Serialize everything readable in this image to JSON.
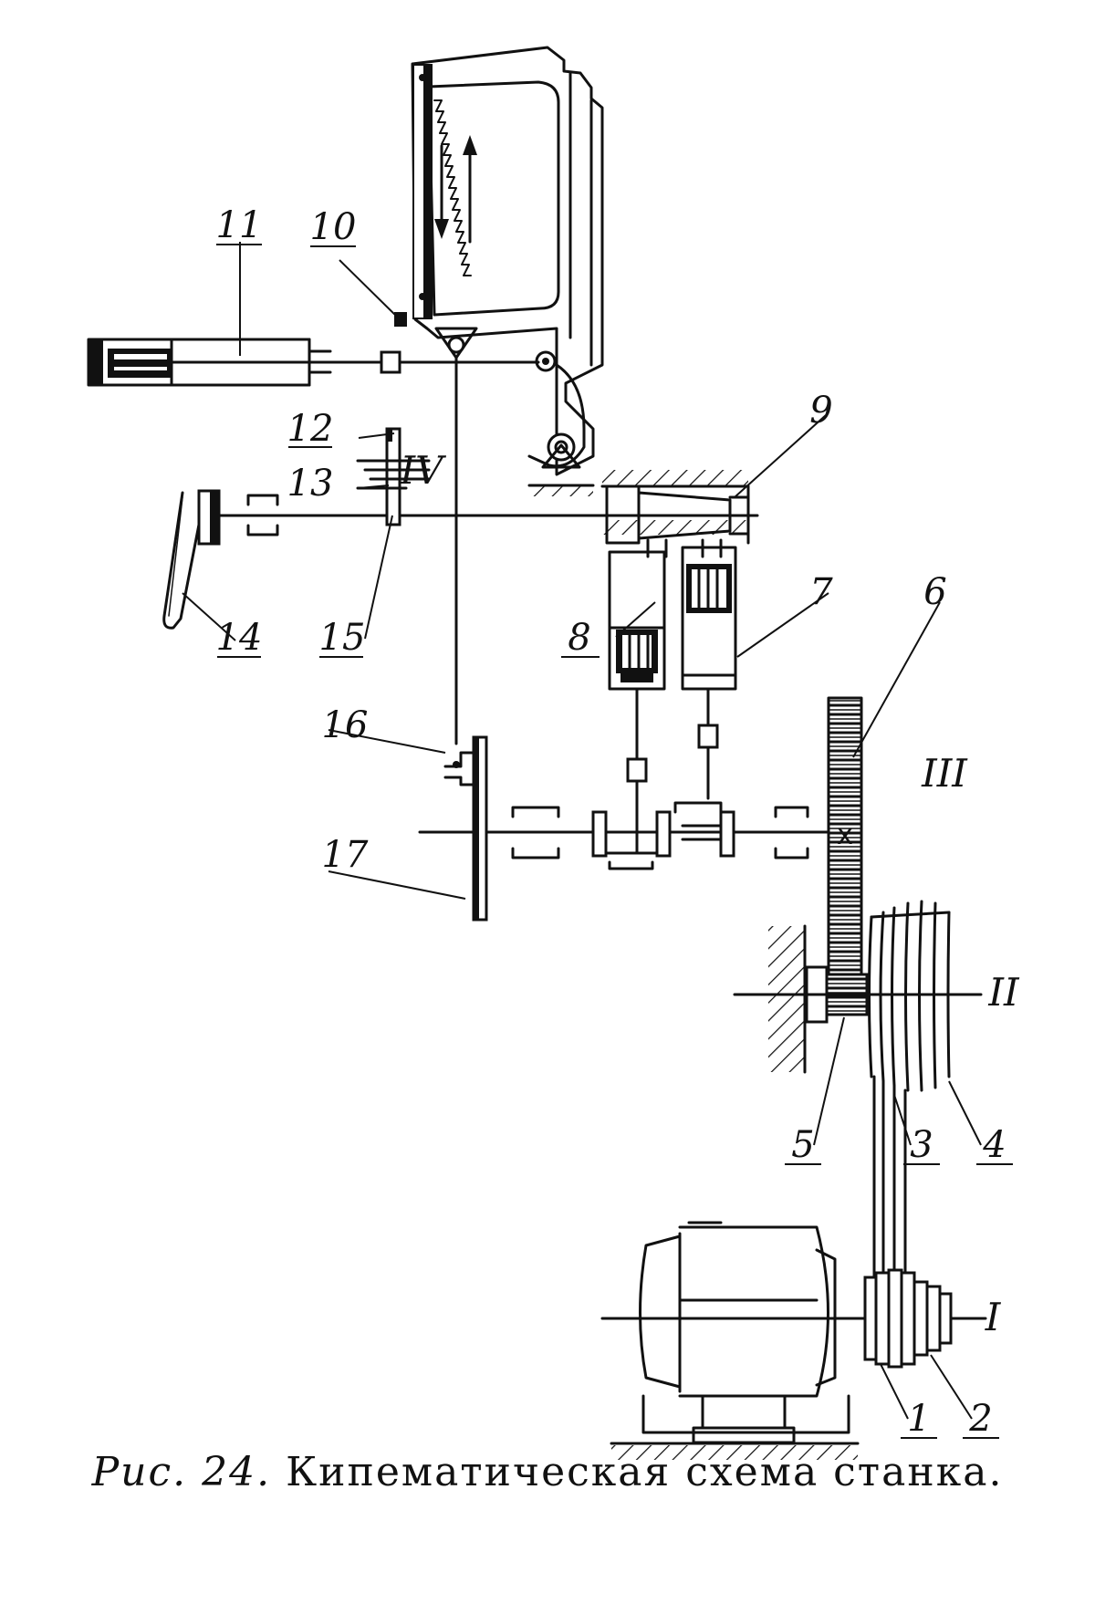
{
  "caption": {
    "figure": "Рис. 24.",
    "text": "Кипематическая схема станка."
  },
  "labels": {
    "l1": "1",
    "l2": "2",
    "l3": "3",
    "l4": "4",
    "l5": "5",
    "l6": "6",
    "l7": "7",
    "l8": "8",
    "l9": "9",
    "l10": "10",
    "l11": "11",
    "l12": "12",
    "l13": "13",
    "l14": "14",
    "l15": "15",
    "l16": "16",
    "l17": "17"
  },
  "shafts": {
    "s1": "I",
    "s2": "II",
    "s3": "III",
    "s4": "IV"
  },
  "marks": {
    "gear_cross": "x"
  }
}
